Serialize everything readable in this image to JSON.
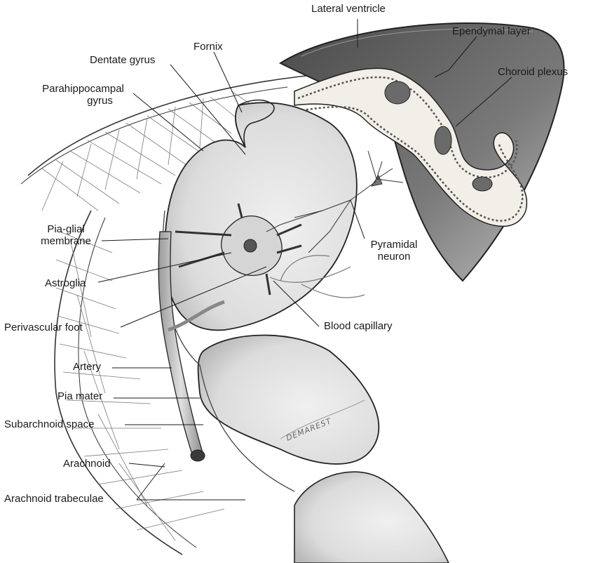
{
  "labels": {
    "lateral_ventricle": "Lateral ventricle",
    "ependymal_layer": "Ependymal layer",
    "choroid_plexus": "Choroid plexus",
    "fornix": "Fornix",
    "dentate_gyrus": "Dentate gyrus",
    "parahippocampal_1": "Parahippocampal",
    "parahippocampal_2": "gyrus",
    "pia_glial_1": "Pia-glial",
    "pia_glial_2": "membrane",
    "astroglia": "Astroglia",
    "perivascular_foot": "Perivascular foot",
    "pyramidal_1": "Pyramidal",
    "pyramidal_2": "neuron",
    "blood_capillary": "Blood capillary",
    "artery": "Artery",
    "pia_mater": "Pia mater",
    "subarachnoid_space": "Subarchnoid space",
    "arachnoid": "Arachnoid",
    "arachnoid_trabeculae": "Arachnoid trabeculae"
  },
  "signature": "DEMAREST",
  "colors": {
    "tissue": "#e2e2e2",
    "tissue_shadow": "#bdbdbd",
    "ventricle_dark": "#5a5a5a",
    "line": "#222222"
  }
}
